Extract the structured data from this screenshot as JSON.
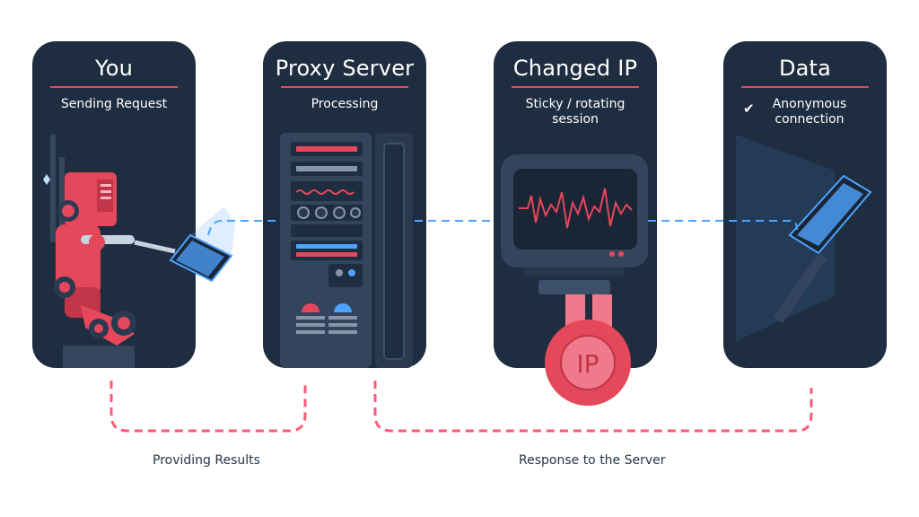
{
  "cards": [
    {
      "title": "You",
      "subtitle": "Sending Request"
    },
    {
      "title": "Proxy Server",
      "subtitle": "Processing"
    },
    {
      "title": "Changed IP",
      "subtitle": "Sticky / rotating session"
    },
    {
      "title": "Data",
      "subtitle": "Anonymous connection"
    }
  ],
  "ip_badge": "IP",
  "labels": {
    "providing_results": "Providing Results",
    "response_to_server": "Response to the Server"
  },
  "colors": {
    "card": "#1f2d40",
    "accent": "#e5475b",
    "link": "#4da3ff",
    "return_path": "#ff5a78"
  },
  "icons": [
    "robot-icon",
    "server-rack-icon",
    "monitor-icon",
    "ip-badge-icon",
    "laptop-icon",
    "check-icon"
  ]
}
